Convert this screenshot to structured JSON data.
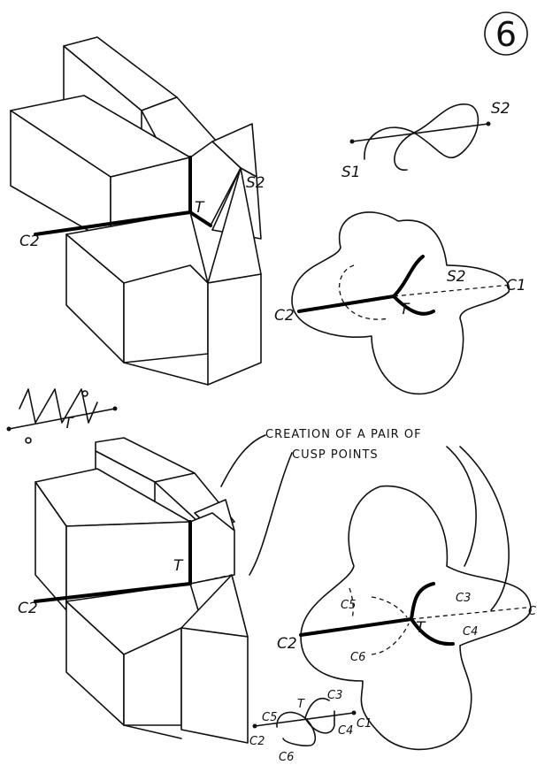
{
  "page_number": "6",
  "top": {
    "block_labels": {
      "t": "T",
      "c2": "C2",
      "s2": "S2"
    },
    "curve_labels": {
      "s1": "S1",
      "s2": "S2"
    },
    "surface_labels": {
      "t": "T",
      "c2": "C2",
      "s2": "S2",
      "c1": "C1"
    }
  },
  "middle": {
    "zigzag_label": "T",
    "caption_line1": "CREATION OF A PAIR OF",
    "caption_line2": "CUSP POINTS"
  },
  "bottom": {
    "block_labels": {
      "t": "T",
      "c2": "C2"
    },
    "surface_labels": {
      "c5": "C5",
      "c3": "C3",
      "c1": "C",
      "t": "T",
      "c4": "C4",
      "c2": "C2",
      "c6": "C6"
    },
    "curve_labels": {
      "c5": "C5",
      "t": "T",
      "c3": "C3",
      "c2": "C2",
      "c4": "C4",
      "c1": "C1",
      "c6": "C6"
    }
  }
}
